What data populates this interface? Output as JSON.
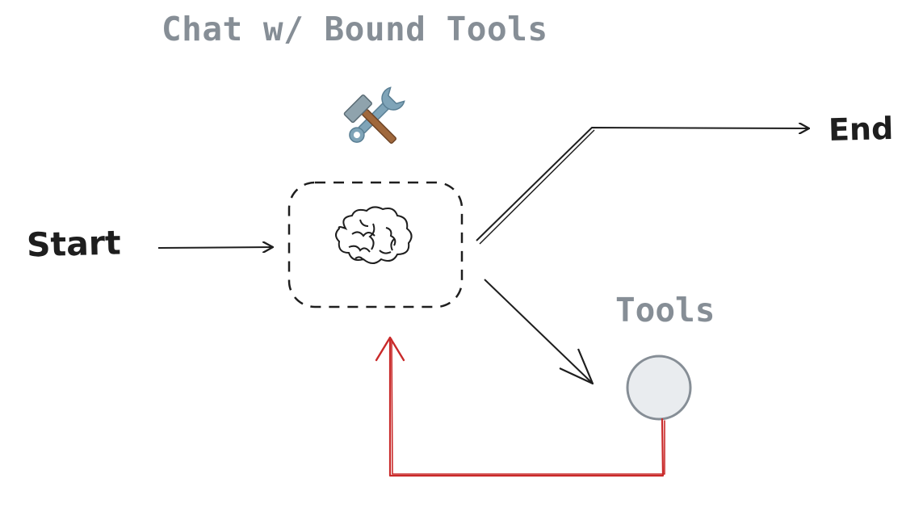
{
  "title": "Chat w/ Bound Tools",
  "nodes": {
    "start": {
      "label": "Start"
    },
    "end": {
      "label": "End"
    },
    "tools": {
      "label": "Tools"
    },
    "chat": {
      "icon": "brain-icon",
      "badge_icon": "hammer-and-wrench-icon"
    }
  },
  "colors": {
    "label_gray": "#868e96",
    "ink": "#1e1e1e",
    "return_edge": "#c92a2a",
    "tools_node_fill": "#e9ecef",
    "tools_node_stroke": "#868e96"
  }
}
